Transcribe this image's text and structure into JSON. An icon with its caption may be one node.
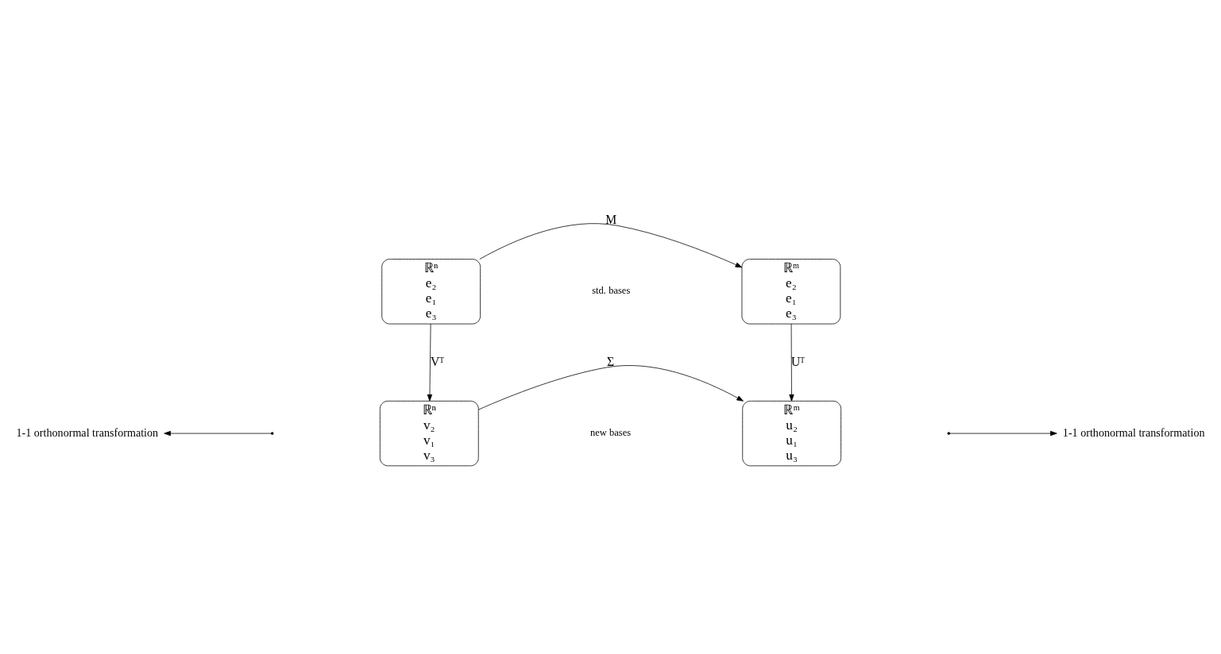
{
  "diagram": {
    "nodes": [
      {
        "text": [
          "ℝⁿ",
          "e₂",
          "e₁",
          "e₃"
        ]
      },
      {
        "text": [
          "ℝᵐ",
          "e₂",
          "e₁",
          "e₃"
        ]
      },
      {
        "text": [
          "ℝⁿ",
          "v₂",
          "v₁",
          "v₃"
        ]
      },
      {
        "text": [
          "ℝᵐ",
          "u₂",
          "u₁",
          "u₃"
        ]
      },
      {
        "text": [
          "1-1 orthonormal transformation"
        ]
      },
      {
        "text": [
          "1-1 orthonormal transformation"
        ]
      }
    ],
    "edges": [
      {
        "from": 0,
        "to": 1,
        "arrow": "to",
        "label": "M"
      },
      {
        "from": 0,
        "to": 2,
        "arrow": "to",
        "label": "Vᵀ"
      },
      {
        "from": 1,
        "to": 3,
        "arrow": "to",
        "label": "Uᵀ"
      },
      {
        "from": 2,
        "to": 3,
        "arrow": "to",
        "label": "Σ"
      },
      {
        "from": null,
        "to": 4,
        "arrow": "to"
      },
      {
        "from": null,
        "to": 5,
        "arrow": "to"
      }
    ],
    "labels": [
      "std. bases",
      "new bases"
    ]
  }
}
